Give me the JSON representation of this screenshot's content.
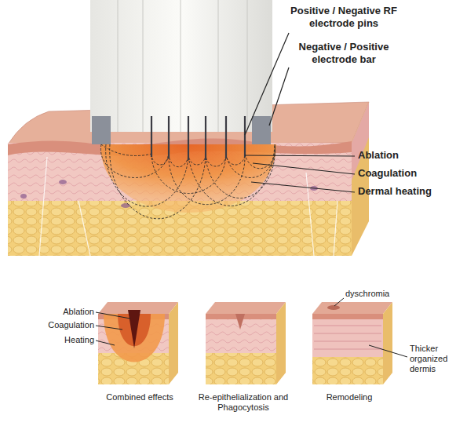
{
  "diagram": {
    "labels": [
      "Positive / Negative RF electrode pins",
      "Negative / Positive electrode bar",
      "Ablation",
      "Coagulation",
      "Dermal heating",
      "Ablation",
      "Coagulation",
      "Heating",
      "dyschromia",
      "Thicker organized dermis",
      "Combined effects",
      "Re-epithelialization and Phagocytosis",
      "Remodeling"
    ]
  }
}
